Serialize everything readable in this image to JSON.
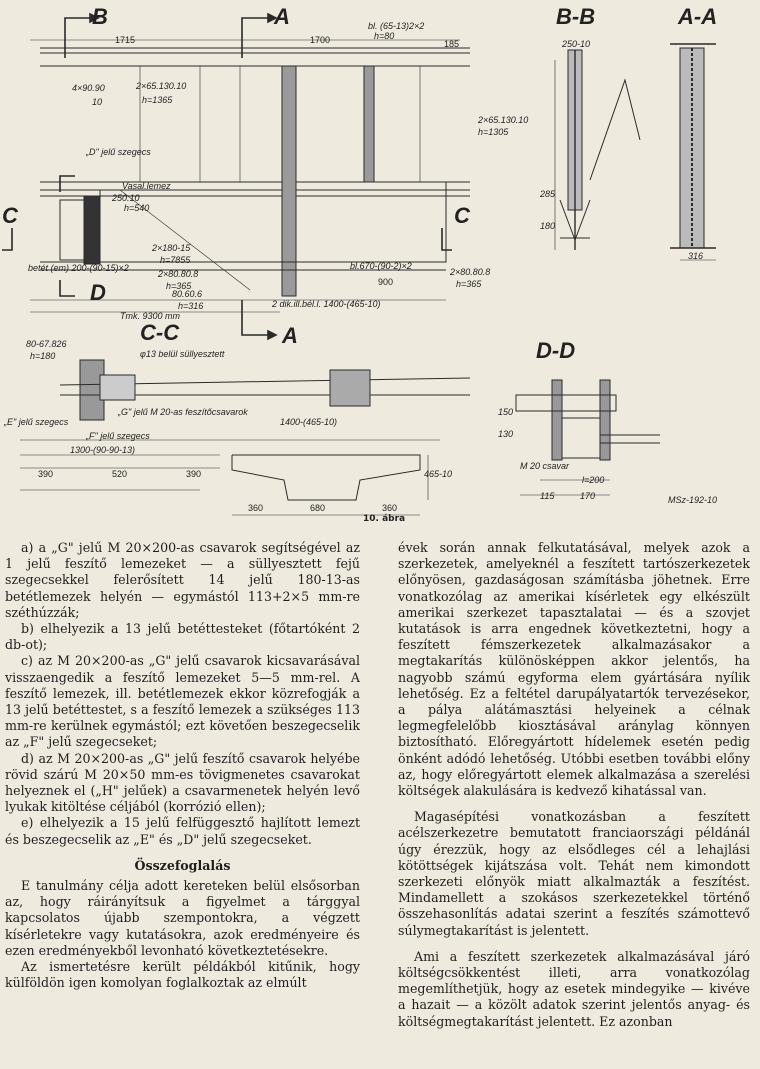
{
  "drawing": {
    "caption": "10. ábra",
    "section_labels": [
      "B",
      "A",
      "B-B",
      "A-A",
      "C",
      "C",
      "D",
      "A",
      "C-C",
      "D-D"
    ],
    "labels": [
      "1715",
      "1700",
      "185",
      "4×90.90",
      "10",
      "2×65.130.10",
      "h=1365",
      "bl. (65-13)2×2",
      "h=80",
      "„D\" jelű szegecs",
      "2×65.130.10",
      "h=1305",
      "Vasal.lemez",
      "250.10",
      "h=540",
      "2×180-15",
      "h=7855",
      "2×80.80.8",
      "h=365",
      "80.60.6",
      "h=316",
      "900",
      "2×80.80.8",
      "h=365",
      "bl.670-(90-2)×2",
      "betét (em) 200-(90-15)×2",
      "Tmk. 9300 mm",
      "2 dik.ill.bél.l. 1400-(465-10)",
      "80-67.826",
      "h=180",
      "φ13 belül süllyesztett",
      "„G\" jelű M 20-as feszítőcsavarok",
      "„E\" jelű szegecs",
      "„F\" jelű szegecs",
      "1400-(465-10)",
      "1300-(90-90-13)",
      "390",
      "520",
      "390",
      "360",
      "680",
      "360",
      "465-10",
      "250-10",
      "285",
      "180",
      "316",
      "150",
      "130",
      "M 20 csavar",
      "l=200",
      "115",
      "170",
      "MSz-192-10"
    ]
  },
  "text": {
    "left": [
      "a) a „G\" jelű M 20×200-as csavarok segítségével az 1 jelű feszítő lemezeket — a süllyesztett fejű szegecsekkel felerősített 14 jelű 180-13-as betétlemezek helyén — egymástól 113+2×5 mm-re széthúzzák;",
      "b) elhelyezik a 13 jelű betéttesteket (főtartóként 2 db-ot);",
      "c) az M 20×200-as „G\" jelű csavarok kicsavarásával visszaengedik a feszítő lemezeket 5—5 mm-rel. A feszítő lemezek, ill. betétlemezek ekkor közrefogják a 13 jelű betéttestet, s a feszítő lemezek a szükséges 113 mm-re kerülnek egymástól; ezt követően beszegecselik az „F\" jelű szegecseket;",
      "d) az M 20×200-as „G\" jelű feszítő csavarok helyébe rövid szárú M 20×50 mm-es tövigmenetes csavarokat helyeznek el („H\" jelűek) a csavarmenetek helyén levő lyukak kitöltése céljából (korrózió ellen);",
      "e) elhelyezik a 15 jelű felfüggesztő hajlított lemezt és beszegecselik az „E\" és „D\" jelű szegecseket."
    ],
    "heading": "Összefoglalás",
    "left_summary": [
      "E tanulmány célja adott kereteken belül elsősorban az, hogy ráirányítsuk a figyelmet a tárggyal kapcsolatos újabb szempontokra, a végzett kísérletekre vagy kutatásokra, azok eredményeire és ezen eredményekből levonható következtetésekre.",
      "Az ismertetésre került példákból kitűnik, hogy külföldön igen komolyan foglalkoztak az elmúlt"
    ],
    "right": [
      "évek során annak felkutatásával, melyek azok a szerkezetek, amelyeknél a feszített tartószerkezetek előnyösen, gazdaságosan számításba jöhetnek. Erre vonatkozólag az amerikai kísérletek egy elkészült amerikai szerkezet tapasztalatai — és a szovjet kutatások is arra engednek következtetni, hogy a feszített fémszerkezetek alkalmazásakor a megtakarítás különösképpen akkor jelentős, ha nagyobb számú egyforma elem gyártására nyílik lehetőség. Ez a feltétel darupályatartók tervezésekor, a pálya alátámasztási helyeinek a célnak legmegfelelőbb kiosztásával aránylag könnyen biztosítható. Előregyártott hídelemek esetén pedig önként adódó lehetőség. Utóbbi esetben további előny az, hogy előregyártott elemek alkalmazása a szerelési költségek alakulására is kedvező kihatással van.",
      "Magasépítési vonatkozásban a feszített acélszerkezetre bemutatott franciaországi példánál úgy érezzük, hogy az elsődleges cél a lehajlási kötöttségek kijátszása volt. Tehát nem kimondott szerkezeti előnyök miatt alkalmazták a feszítést. Mindamellett a szokásos szerkezetekkel történő összehasonlítás adatai szerint a feszítés számottevő súlymegtakarítást is jelentett.",
      "Ami a feszített szerkezetek alkalmazásával járó költségcsökkentést illeti, arra vonatkozólag megemlíthetjük, hogy az esetek mindegyike — kivéve a hazait — a közölt adatok szerint jelentős anyag- és költségmegtakarítást jelentett. Ez azonban"
    ]
  }
}
